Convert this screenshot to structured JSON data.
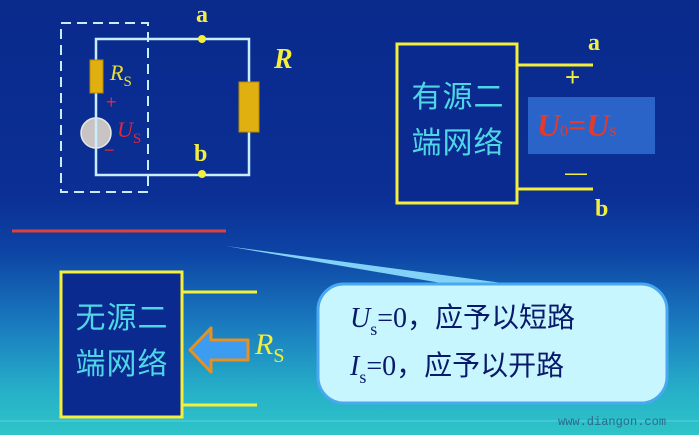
{
  "colors": {
    "background_top": "#0a2a8c",
    "background_bottom": "#2ec4c8",
    "wire": "#c9ecff",
    "label_yellow": "#f4ee3c",
    "resistor_gold": "#e0b010",
    "source_red": "#e0283c",
    "network_text": "#4fd6e6",
    "callout_fill": "#c8f6ff",
    "equation_red": "#e43a2c"
  },
  "circuit": {
    "node_a": "a",
    "node_b": "b",
    "load_resistor": "R",
    "source_resistor": {
      "main": "R",
      "sub": "S"
    },
    "source_voltage": {
      "main": "U",
      "sub": "S"
    },
    "plus": "+",
    "minus": "−"
  },
  "active_network": {
    "line1": "有源二",
    "line2": "端网络",
    "terminal_a": "a",
    "terminal_b": "b",
    "plus": "+",
    "minus": "—",
    "equation": {
      "lhs": "U",
      "lhs_sub": "0",
      "eq": "=",
      "rhs": "U",
      "rhs_sub": "s"
    }
  },
  "passive_network": {
    "line1": "无源二",
    "line2": "端网络",
    "equivalent": {
      "main": "R",
      "sub": "S"
    }
  },
  "callout": {
    "line1": {
      "var": "U",
      "sub": "s",
      "text": "=0，应予以短路"
    },
    "line2": {
      "var": "I",
      "sub": "s",
      "text": "=0，应予以开路"
    }
  },
  "watermark": "www.diangon.com"
}
